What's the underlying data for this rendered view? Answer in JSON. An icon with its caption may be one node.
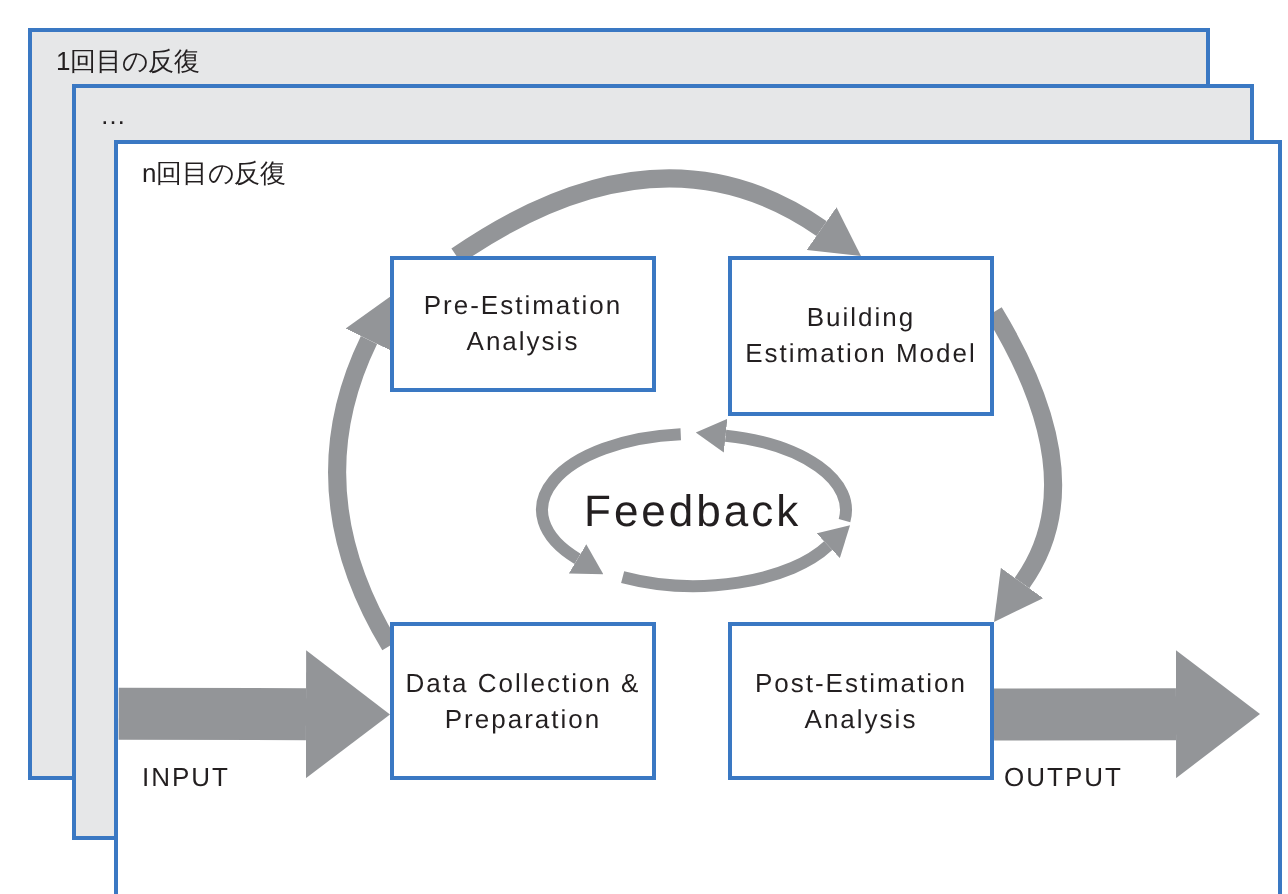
{
  "diagram": {
    "nodes": [
      {
        "text": [
          "1回目の反復"
        ]
      },
      {
        "text": [
          "…"
        ]
      },
      {
        "text": [
          "n回目の反復"
        ]
      },
      {
        "text": [
          "Pre-Estimation Analysis"
        ],
        "in": 2
      },
      {
        "text": [
          "Building Estimation Model"
        ],
        "in": 2
      },
      {
        "text": [
          "Data Collection & Preparation"
        ],
        "in": 2
      },
      {
        "text": [
          "Post-Estimation Analysis"
        ],
        "in": 2
      }
    ],
    "edges": [
      {
        "from": 5,
        "to": 3,
        "arrow": "to"
      },
      {
        "from": 3,
        "to": 4,
        "arrow": "to"
      },
      {
        "from": 4,
        "to": 6,
        "arrow": "to"
      },
      {
        "from": 2,
        "to": 5,
        "arrow": "to",
        "label": "INPUT",
        "style": "thick"
      },
      {
        "from": 6,
        "to": null,
        "arrow": "to",
        "label": "OUTPUT",
        "style": "thick"
      }
    ],
    "labels": [
      "Feedback"
    ]
  }
}
